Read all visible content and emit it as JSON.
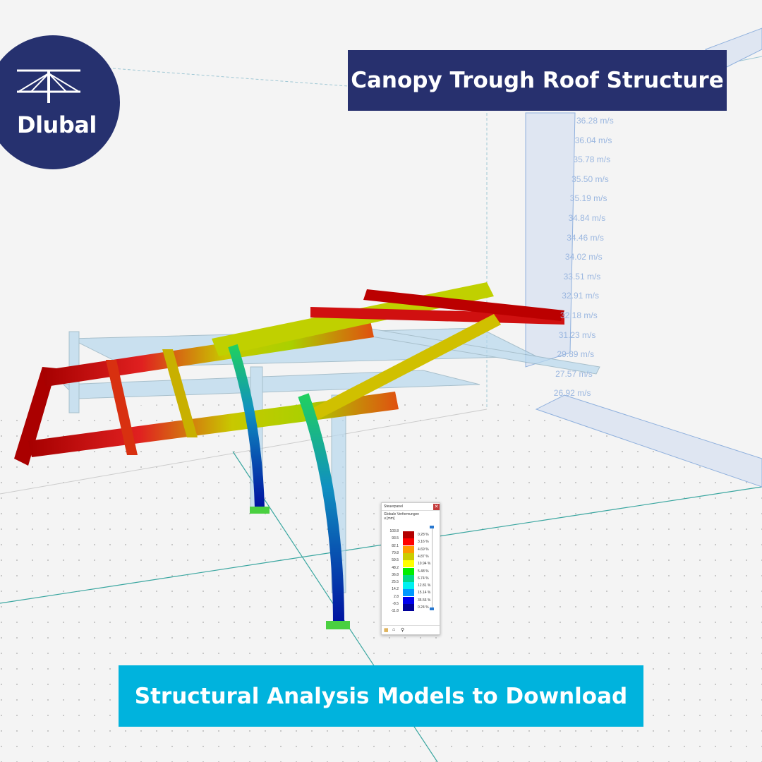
{
  "brand": {
    "name": "Dlubal"
  },
  "header": {
    "title": "Canopy Trough Roof Structure"
  },
  "footer": {
    "banner": "Structural Analysis Models to Download"
  },
  "wind_profile": {
    "labels": [
      "36.28 m/s",
      "36.04 m/s",
      "35.78 m/s",
      "35.50 m/s",
      "35.19 m/s",
      "34.84 m/s",
      "34.46 m/s",
      "34.02 m/s",
      "33.51 m/s",
      "32.91 m/s",
      "32.18 m/s",
      "31.23 m/s",
      "29.89 m/s",
      "27.57 m/s",
      "26.92 m/s"
    ]
  },
  "control_panel": {
    "title": "Steuerpanel",
    "subtitle": "Globale Verformungen",
    "unit": "u [mm]",
    "values": [
      "103.8",
      "93.5",
      "82.1",
      "70.8",
      "59.5",
      "48.2",
      "36.8",
      "25.5",
      "14.2",
      "2.8",
      "-8.5",
      "-11.8"
    ],
    "bands": [
      {
        "color": "#b30000",
        "percent": "0.28 %"
      },
      {
        "color": "#ff0000",
        "percent": "3.16 %"
      },
      {
        "color": "#ff9900",
        "percent": "4.69 %"
      },
      {
        "color": "#cccc00",
        "percent": "4.87 %"
      },
      {
        "color": "#ffff00",
        "percent": "10.94 %"
      },
      {
        "color": "#00ee00",
        "percent": "5.48 %"
      },
      {
        "color": "#00d988",
        "percent": "6.74 %"
      },
      {
        "color": "#00f0f0",
        "percent": "12.81 %"
      },
      {
        "color": "#0099ff",
        "percent": "15.14 %"
      },
      {
        "color": "#0000ee",
        "percent": "35.56 %"
      },
      {
        "color": "#000099",
        "percent": "0.24 %"
      }
    ]
  },
  "colors": {
    "brand_navy": "#27306e",
    "banner_cyan": "#00b3dd"
  }
}
